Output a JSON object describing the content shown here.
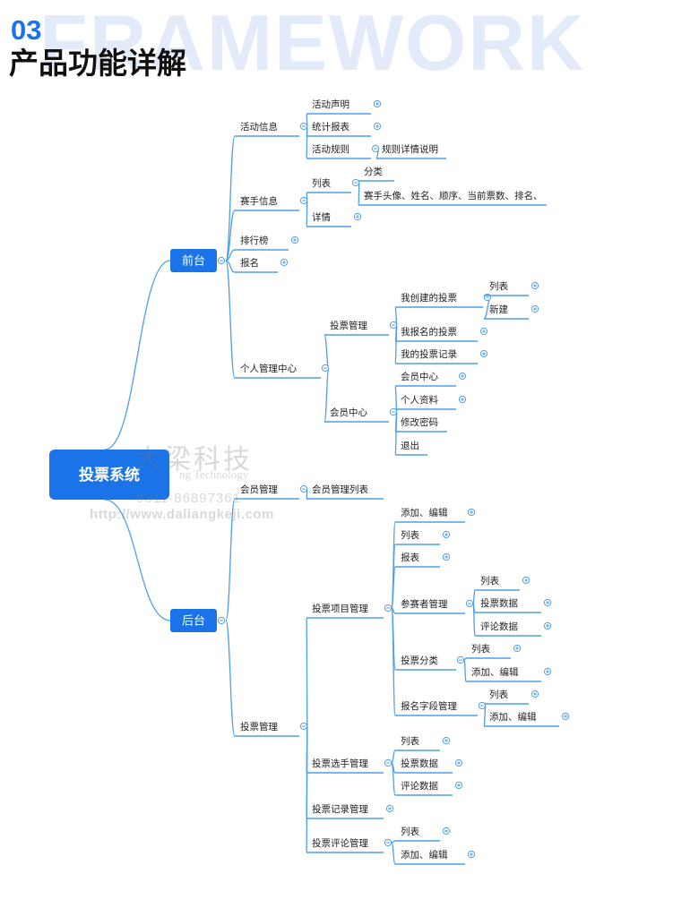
{
  "header": {
    "background_word": "FRAMEWORK",
    "section_number": "03",
    "title": "产品功能详解"
  },
  "watermark": {
    "company_cn": "大梁科技",
    "company_en": "ng Technology",
    "phone": "0311-86897361",
    "url": "http://www.daliangkeji.com"
  },
  "colors": {
    "line": "#4e9fe6",
    "accent": "#1a73e8",
    "text": "#222222"
  },
  "mindmap": {
    "root": "投票系统",
    "branches": [
      {
        "label": "前台",
        "children": [
          {
            "label": "活动信息",
            "children": [
              {
                "label": "活动声明",
                "collapsed": true
              },
              {
                "label": "统计报表",
                "collapsed": true
              },
              {
                "label": "活动规则",
                "children": [
                  {
                    "label": "规则详情说明"
                  }
                ]
              }
            ]
          },
          {
            "label": "赛手信息",
            "children": [
              {
                "label": "列表",
                "children": [
                  {
                    "label": "分类"
                  },
                  {
                    "label": "赛手头像、姓名、顺序、当前票数、排名、"
                  }
                ]
              },
              {
                "label": "详情",
                "collapsed": true
              }
            ]
          },
          {
            "label": "排行榜",
            "collapsed": true
          },
          {
            "label": "报名",
            "collapsed": true
          },
          {
            "label": "个人管理中心",
            "children": [
              {
                "label": "投票管理",
                "children": [
                  {
                    "label": "我创建的投票",
                    "children": [
                      {
                        "label": "列表",
                        "collapsed": true
                      },
                      {
                        "label": "新建",
                        "collapsed": true
                      }
                    ]
                  },
                  {
                    "label": "我报名的投票",
                    "collapsed": true
                  },
                  {
                    "label": "我的投票记录",
                    "collapsed": true
                  }
                ]
              },
              {
                "label": "会员中心",
                "children": [
                  {
                    "label": "会员中心",
                    "collapsed": true
                  },
                  {
                    "label": "个人资料",
                    "collapsed": true
                  },
                  {
                    "label": "修改密码"
                  },
                  {
                    "label": "退出"
                  }
                ]
              }
            ]
          }
        ]
      },
      {
        "label": "后台",
        "children": [
          {
            "label": "会员管理",
            "children": [
              {
                "label": "会员管理列表"
              }
            ]
          },
          {
            "label": "投票管理",
            "children": [
              {
                "label": "投票项目管理",
                "children": [
                  {
                    "label": "添加、编辑",
                    "collapsed": true
                  },
                  {
                    "label": "列表",
                    "collapsed": true
                  },
                  {
                    "label": "报表",
                    "collapsed": true
                  },
                  {
                    "label": "参赛者管理",
                    "children": [
                      {
                        "label": "列表",
                        "collapsed": true
                      },
                      {
                        "label": "投票数据",
                        "collapsed": true
                      },
                      {
                        "label": "评论数据",
                        "collapsed": true
                      }
                    ]
                  },
                  {
                    "label": "投票分类",
                    "children": [
                      {
                        "label": "列表",
                        "collapsed": true
                      },
                      {
                        "label": "添加、编辑",
                        "collapsed": true
                      }
                    ]
                  },
                  {
                    "label": "报名字段管理",
                    "children": [
                      {
                        "label": "列表",
                        "collapsed": true
                      },
                      {
                        "label": "添加、编辑",
                        "collapsed": true
                      }
                    ]
                  }
                ]
              },
              {
                "label": "投票选手管理",
                "children": [
                  {
                    "label": "列表",
                    "collapsed": true
                  },
                  {
                    "label": "投票数据",
                    "collapsed": true
                  },
                  {
                    "label": "评论数据",
                    "collapsed": true
                  }
                ]
              },
              {
                "label": "投票记录管理",
                "collapsed": true
              },
              {
                "label": "投票评论管理",
                "children": [
                  {
                    "label": "列表",
                    "collapsed": true
                  },
                  {
                    "label": "添加、编辑",
                    "collapsed": true
                  }
                ]
              }
            ]
          }
        ]
      }
    ]
  }
}
